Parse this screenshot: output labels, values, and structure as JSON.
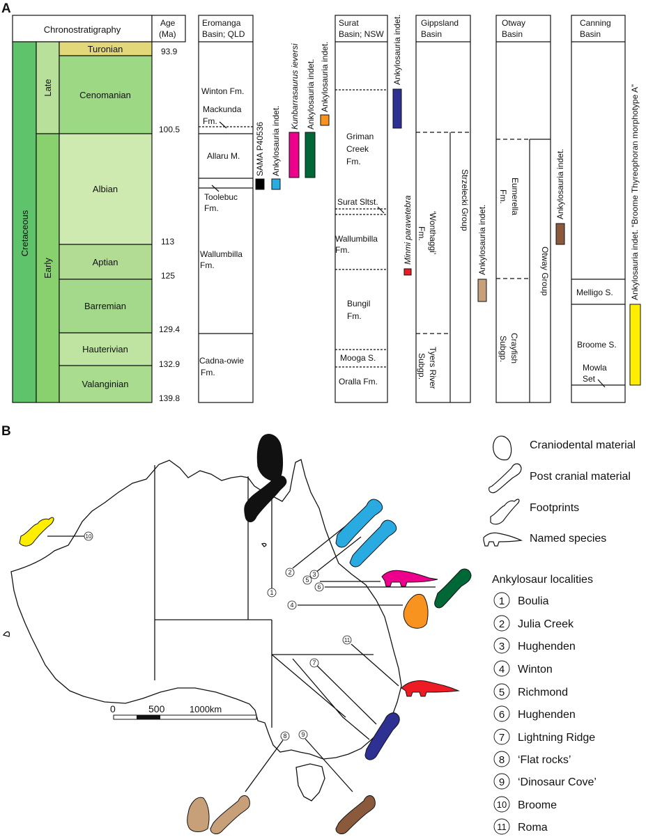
{
  "panel_a": {
    "label": "A",
    "chrono_header": "Chronostratigraphy",
    "age_header": [
      "Age",
      "(Ma)"
    ],
    "period": "Cretaceous",
    "epochs": [
      "Late",
      "Early"
    ],
    "stages": [
      "Turonian",
      "Cenomanian",
      "Albian",
      "Aptian",
      "Barremian",
      "Hauterivian",
      "Valanginian"
    ],
    "ages": [
      "93.9",
      "100.5",
      "113",
      "125",
      "129.4",
      "132.9",
      "139.8"
    ],
    "eromanga": {
      "header": [
        "Eromanga",
        "Basin; QLD"
      ],
      "fms": {
        "winton": "Winton Fm.",
        "mackunda": [
          "Mackunda",
          "Fm."
        ],
        "allaru": "Allaru M.",
        "toolebuc": [
          "Toolebuc",
          "Fm."
        ],
        "wallumbilla": [
          "Wallumbilla",
          "Fm."
        ],
        "cadna": [
          "Cadna-owie",
          "Fm."
        ]
      }
    },
    "surat": {
      "header": [
        "Surat",
        "Basin; NSW"
      ],
      "fms": {
        "griman": [
          "Griman",
          "Creek",
          "Fm."
        ],
        "sltst": "Surat Sltst.",
        "wallumbilla": [
          "Wallumbilla",
          "Fm."
        ],
        "bungil": [
          "Bungil",
          "Fm."
        ],
        "mooga": "Mooga S.",
        "oralla": "Oralla Fm."
      }
    },
    "gippsland": {
      "header": [
        "Gippsland",
        "Basin"
      ],
      "wonthaggi": [
        "‘Wonthaggi’",
        "Fm."
      ],
      "tyers": [
        "Tyers River",
        "Subgp."
      ],
      "strzelecki": "Strzelecki Group"
    },
    "otway": {
      "header": [
        "Otway",
        "Basin"
      ],
      "eumerella": [
        "Eumerella",
        "Fm."
      ],
      "crayfish": [
        "Crayfish",
        "Subgp."
      ],
      "group": "Otway Group"
    },
    "canning": {
      "header": [
        "Canning",
        "Basin"
      ],
      "melligo": "Melligo S.",
      "broome": "Broome S.",
      "mowla": [
        "Mowla",
        "Set"
      ]
    },
    "taxa": [
      {
        "label": "SAMA P40536",
        "color": "#000000",
        "italic": false
      },
      {
        "label": "Ankylosauria indet.",
        "color": "#29abe2",
        "italic": false
      },
      {
        "label": "Kunbarrasaurus ieversi",
        "color": "#ec008c",
        "italic": true
      },
      {
        "label": "Ankylosauria indet.",
        "color": "#006837",
        "italic": false
      },
      {
        "label": "Ankylosauria indet.",
        "color": "#f7931e",
        "italic": false
      },
      {
        "label": "Ankylosauria indet.",
        "color": "#2e3192",
        "italic": false
      },
      {
        "label": "Minmi paravetebra",
        "color": "#ed1c24",
        "italic": true
      },
      {
        "label": "Ankylosauria indet.",
        "color": "#c7a07a",
        "italic": false
      },
      {
        "label": "Ankylosauria indet.",
        "color": "#8b5a3c",
        "italic": false
      },
      {
        "label": "Ankylosauria indet. “Broome Thyreophoran morphotype A”",
        "color": "#ffee00",
        "italic": false
      }
    ],
    "colors": {
      "cretaceous": "#5ec36a",
      "late": "#b8e09a",
      "early": "#89d06e",
      "turonian": "#e2d87a",
      "cenomanian": "#9dd884",
      "albian": "#cfeab0",
      "aptian": "#b2dc94",
      "barremian": "#a4d88a",
      "hauterivian": "#bfe4a2",
      "valanginian": "#a9dc8f"
    }
  },
  "panel_b": {
    "label": "B",
    "scale": {
      "zero": "0",
      "mid": "500",
      "end": "1000km"
    },
    "legend": [
      {
        "label": "Craniodental material",
        "icon": "skull-icon"
      },
      {
        "label": "Post cranial material",
        "icon": "bone-icon"
      },
      {
        "label": "Footprints",
        "icon": "footprint-icon"
      },
      {
        "label": "Named species",
        "icon": "dinosaur-icon"
      }
    ],
    "localities_title": "Ankylosaur localities",
    "localities": [
      {
        "num": "1",
        "name": "Boulia"
      },
      {
        "num": "2",
        "name": "Julia Creek"
      },
      {
        "num": "3",
        "name": "Hughenden"
      },
      {
        "num": "4",
        "name": "Winton"
      },
      {
        "num": "5",
        "name": "Richmond"
      },
      {
        "num": "6",
        "name": "Hughenden"
      },
      {
        "num": "7",
        "name": "Lightning Ridge"
      },
      {
        "num": "8",
        "name": "‘Flat rocks’"
      },
      {
        "num": "9",
        "name": "‘Dinosaur Cove’"
      },
      {
        "num": "10",
        "name": "Broome"
      },
      {
        "num": "11",
        "name": "Roma"
      }
    ],
    "map_numbers": [
      "1",
      "2",
      "3",
      "4",
      "5",
      "6",
      "7",
      "8",
      "9",
      "10",
      "11"
    ]
  }
}
